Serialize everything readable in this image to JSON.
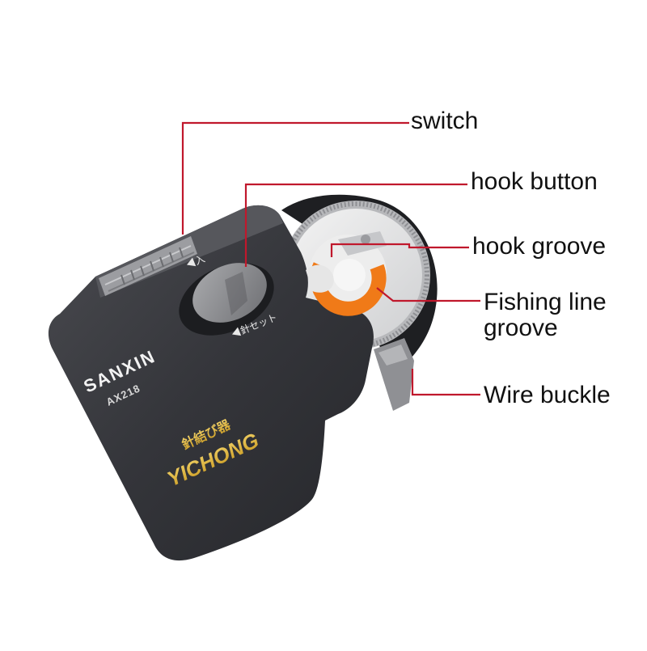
{
  "callouts": {
    "switch": "switch",
    "hook_button": "hook button",
    "hook_groove": "hook groove",
    "fishing_line_line1": "Fishing line",
    "fishing_line_line2": "groove",
    "wire_buckle": "Wire buckle"
  },
  "device": {
    "brand": "SANXIN",
    "model": "AX218",
    "logo_text": "YICHONG",
    "logo_kanji": "針結び器",
    "arrow_label_top": "◀入",
    "arrow_label_button": "◀針セット"
  },
  "colors": {
    "leader_line": "#c0182c",
    "body": "#3a3b3f",
    "logo_gold": "#e0b43a",
    "groove_orange": "#f07a18"
  }
}
